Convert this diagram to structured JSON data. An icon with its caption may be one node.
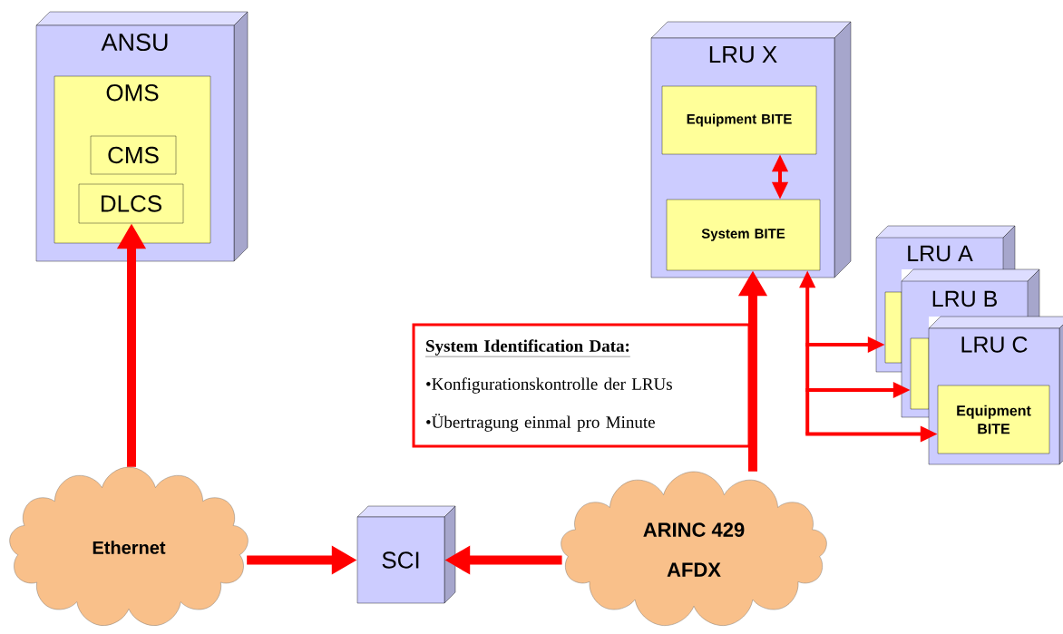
{
  "diagram": {
    "nodes": [
      {
        "text": [
          "ANSU"
        ]
      },
      {
        "text": [
          "OMS"
        ],
        "in": 0
      },
      {
        "text": [
          "CMS"
        ],
        "in": 1
      },
      {
        "text": [
          "DLCS"
        ],
        "in": 1
      },
      {
        "text": [
          "LRU X"
        ]
      },
      {
        "text": [
          "Equipment BITE"
        ],
        "in": 4
      },
      {
        "text": [
          "System BITE"
        ],
        "in": 4
      },
      {
        "text": [
          "System Identification Data:",
          "•Konfigurationskontrolle der LRUs",
          "•Übertragung einmal pro Minute"
        ]
      },
      {
        "text": [
          "LRU A"
        ]
      },
      {
        "text": [],
        "shape": "box"
      },
      {
        "text": [
          "LRU B"
        ]
      },
      {
        "text": [],
        "shape": "box"
      },
      {
        "text": [
          "LRU C"
        ]
      },
      {
        "text": [
          "Equipment BITE"
        ],
        "in": 12
      },
      {
        "text": [
          "Ethernet"
        ]
      },
      {
        "text": [
          "SCI"
        ]
      },
      {
        "text": [
          "ARINC 429",
          "AFDX"
        ]
      }
    ],
    "edges": [
      {
        "from": 14,
        "to": 3,
        "arrow": "to",
        "style": "thick"
      },
      {
        "from": 14,
        "to": 15,
        "arrow": "to",
        "style": "thick"
      },
      {
        "from": 16,
        "to": 15,
        "arrow": "to",
        "style": "thick"
      },
      {
        "from": 16,
        "to": 6,
        "arrow": "to",
        "style": "thick"
      },
      {
        "from": 5,
        "to": 6,
        "arrow": "both"
      },
      {
        "from": 6,
        "to": 9,
        "arrow": "both"
      },
      {
        "from": 6,
        "to": 11,
        "arrow": "both"
      },
      {
        "from": 6,
        "to": 13,
        "arrow": "both"
      }
    ]
  }
}
